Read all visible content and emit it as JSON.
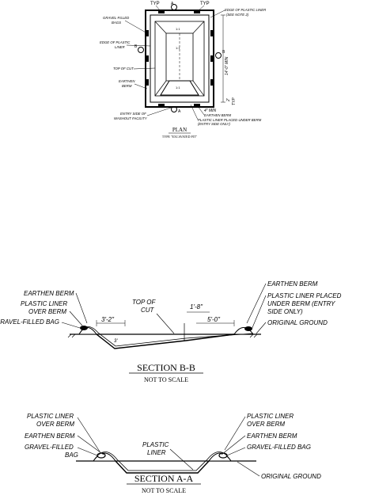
{
  "plan": {
    "typ_left": "TYP",
    "typ_right": "TYP",
    "label_gravel_filled_bags": [
      "GRAVEL-FILLED",
      "BAGS"
    ],
    "label_edge_plastic_liner_left": [
      "EDGE OF PLASTIC",
      "LINER"
    ],
    "label_top_of_cut": "TOP OF CUT",
    "label_earthen_berm_left": [
      "EARTHEN",
      "BERM"
    ],
    "label_entry_side": [
      "ENTRY SIDE OF",
      "WASHOUT FACILITY"
    ],
    "label_edge_plastic_liner_right": [
      "EDGE OF PLASTIC LINER",
      "(SEE NOTE 2)"
    ],
    "dim_14ft_min": "14'-0\" MIN",
    "dim_2ft_typ": [
      "2'",
      "TYP"
    ],
    "dim_4ft_min": "4\" MIN",
    "label_earthen_berm_right": "EARTHEN BERM",
    "label_liner_under_berm": [
      "PLASTIC LINER PLACED UNDER BERM",
      "(ENTRY SIDE ONLY)"
    ],
    "section_marks": [
      "A",
      "A",
      "B",
      "B"
    ],
    "slope_marks": [
      "1:1",
      "1:1",
      "1:1"
    ],
    "title": "PLAN",
    "subtitle": "TYPE \"EXCAVATED PIT\""
  },
  "section_bb": {
    "earthen_berm_left": "EARTHEN BERM",
    "plastic_liner_over_berm": [
      "PLASTIC LINER",
      "OVER BERM"
    ],
    "gravel_filled_bag": "GRAVEL-FILLED BAG",
    "dim_3_2": "3'-2\"",
    "top_of_cut": [
      "TOP OF",
      "CUT"
    ],
    "dim_1_8": "1'-8\"",
    "dim_5_0": "5'-0\"",
    "earthen_berm_right": "EARTHEN BERM",
    "liner_under_berm": [
      "PLASTIC LINER PLACED",
      "UNDER BERM (ENTRY",
      "SIDE ONLY)"
    ],
    "original_ground": "ORIGINAL GROUND",
    "depth_mark": "3'",
    "title": "SECTION B-B",
    "subtitle": "NOT TO SCALE"
  },
  "section_aa": {
    "liner_over_berm_left": [
      "PLASTIC LINER",
      "OVER BERM"
    ],
    "earthen_berm_left": "EARTHEN BERM",
    "gravel_filled_bag_left": [
      "GRAVEL-FILLED",
      "BAG"
    ],
    "plastic_liner": [
      "PLASTIC",
      "LINER"
    ],
    "liner_over_berm_right": [
      "PLASTIC LINER",
      "OVER BERM"
    ],
    "earthen_berm_right": "EARTHEN BERM",
    "gravel_filled_bag_right": "GRAVEL-FILLED BAG",
    "original_ground": "ORIGINAL GROUND",
    "title": "SECTION A-A",
    "subtitle": "NOT TO SCALE"
  }
}
